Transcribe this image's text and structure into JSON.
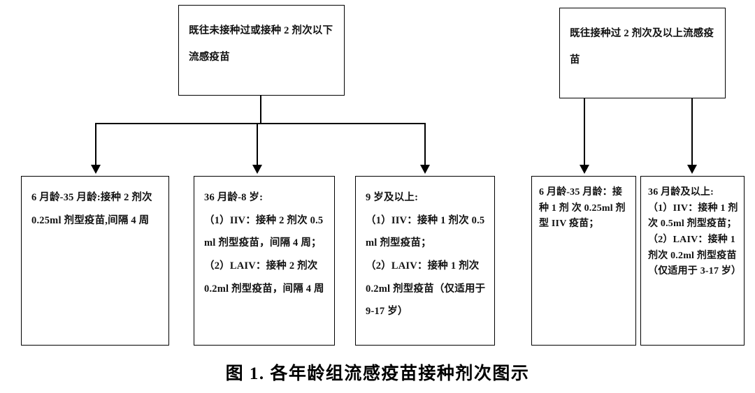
{
  "figure": {
    "caption": "图 1. 各年龄组流感疫苗接种剂次图示",
    "line_color": "#000000",
    "background": "#ffffff"
  },
  "left_branch": {
    "root": {
      "text": "既往未接种过或接种 2 剂次以下流感疫苗"
    },
    "children": [
      {
        "text": "6 月龄-35 月龄:接种 2 剂次 0.25ml 剂型疫苗,间隔 4 周"
      },
      {
        "text": "36 月龄-8 岁:\n（1）IIV：接种 2 剂次 0.5ml 剂型疫苗，间隔 4 周；\n（2）LAIV：接种 2 剂次 0.2ml 剂型疫苗，间隔 4 周"
      },
      {
        "text": "9 岁及以上:\n（1）IIV：接种 1 剂次 0.5ml 剂型疫苗；\n（2）LAIV：接种 1 剂次 0.2ml 剂型疫苗（仅适用于 9-17 岁）"
      }
    ]
  },
  "right_branch": {
    "root": {
      "text": "既往接种过 2 剂次及以上流感疫苗"
    },
    "children": [
      {
        "text": "6 月龄-35 月龄：接 种 1 剂 次 0.25ml 剂型 IIV 疫苗；"
      },
      {
        "text": "36 月龄及以上:\n（1）IIV：接种 1 剂次 0.5ml 剂型疫苗；\n（2）LAIV：接种 1 剂次 0.2ml 剂型疫苗（仅适用于 3-17 岁）"
      }
    ]
  }
}
